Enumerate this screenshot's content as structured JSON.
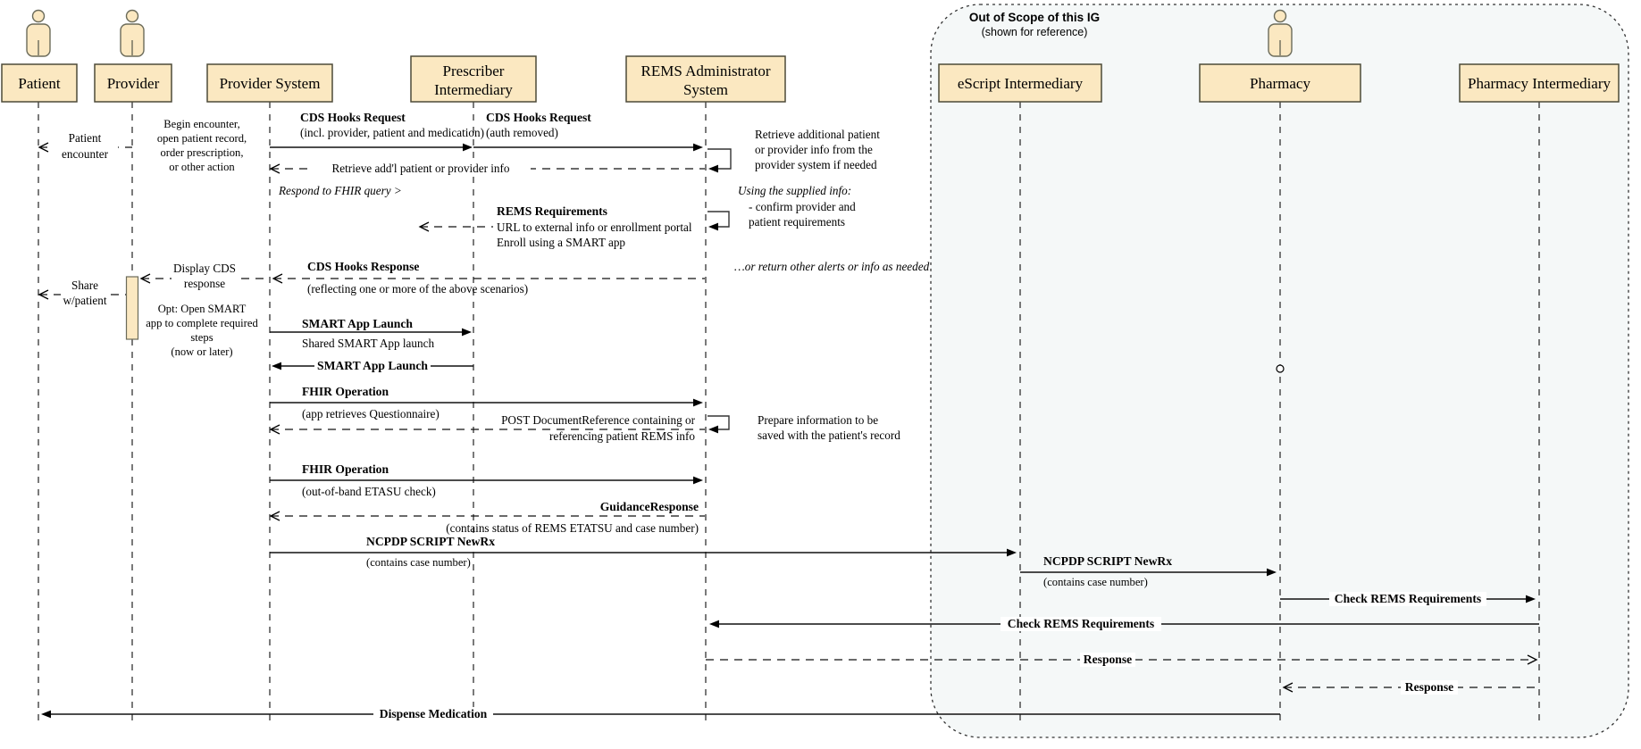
{
  "scope_note": {
    "title": "Out of Scope of this IG",
    "subtitle": "(shown for reference)"
  },
  "actors": {
    "patient": "Patient",
    "provider": "Provider",
    "provider_system": "Provider System",
    "prescriber_intermediary": [
      "Prescriber",
      "Intermediary"
    ],
    "rems_admin": [
      "REMS Administrator",
      "System"
    ],
    "escript_intermediary": "eScript Intermediary",
    "pharmacy": "Pharmacy",
    "pharmacy_intermediary": "Pharmacy Intermediary"
  },
  "messages": {
    "patient_encounter": [
      "Patient",
      "encounter"
    ],
    "begin_encounter": [
      "Begin encounter,",
      "open patient record,",
      "order prescription,",
      "or other action"
    ],
    "cds_hooks_request_1": {
      "title": "CDS Hooks Request",
      "sub": "(incl. provider, patient and medication)"
    },
    "cds_hooks_request_2": {
      "title": "CDS Hooks Request",
      "sub": "(auth removed)"
    },
    "retrieve_addl": "Retrieve add'l patient or provider info",
    "respond_fhir": "Respond to FHIR query >",
    "rems_requirements": {
      "title": "REMS Requirements",
      "sub1": "URL to external info or enrollment portal",
      "sub2": "Enroll using a SMART app"
    },
    "display_cds": [
      "Display CDS",
      "response"
    ],
    "cds_hooks_response": {
      "title": "CDS Hooks Response",
      "sub": "(reflecting one or more of the above scenarios)"
    },
    "share_w_patient": [
      "Share",
      "w/patient"
    ],
    "opt_smart": [
      "Opt: Open SMART",
      "app to complete required",
      "steps",
      "(now or later)"
    ],
    "smart_app_launch_fwd": {
      "title": "SMART App Launch",
      "sub": "Shared SMART App launch"
    },
    "smart_app_launch_back": "SMART App Launch",
    "fhir_operation_1": {
      "title": "FHIR Operation",
      "sub": "(app retrieves Questionnaire)"
    },
    "post_docref": [
      "POST DocumentReference containing or",
      "referencing patient REMS info"
    ],
    "fhir_operation_2": {
      "title": "FHIR Operation",
      "sub": "(out-of-band ETASU check)"
    },
    "guidance_response": {
      "title": "GuidanceResponse",
      "sub": "(contains status of REMS ETATSU and case number)"
    },
    "ncpdp_newrx_1": {
      "title": "NCPDP SCRIPT NewRx",
      "sub": "(contains case number)"
    },
    "ncpdp_newrx_2": {
      "title": "NCPDP SCRIPT NewRx",
      "sub": "(contains case number)"
    },
    "check_rems_1": "Check REMS Requirements",
    "check_rems_2": "Check REMS Requirements",
    "response_1": "Response",
    "response_2": "Response",
    "dispense": "Dispense Medication"
  },
  "notes": {
    "retrieve_additional": [
      "Retrieve additional patient",
      "or provider info from the",
      "provider system if needed"
    ],
    "using_supplied": [
      "Using the supplied info:",
      "- confirm provider and",
      "patient requirements"
    ],
    "or_return": "…or return other alerts or info as needed",
    "prepare_info": [
      "Prepare information to be",
      "saved with the patient's record"
    ]
  },
  "colors": {
    "box_fill": "#FBE8C1",
    "box_border": "#4d4a38",
    "scope_fill": "#F5F8F8"
  }
}
